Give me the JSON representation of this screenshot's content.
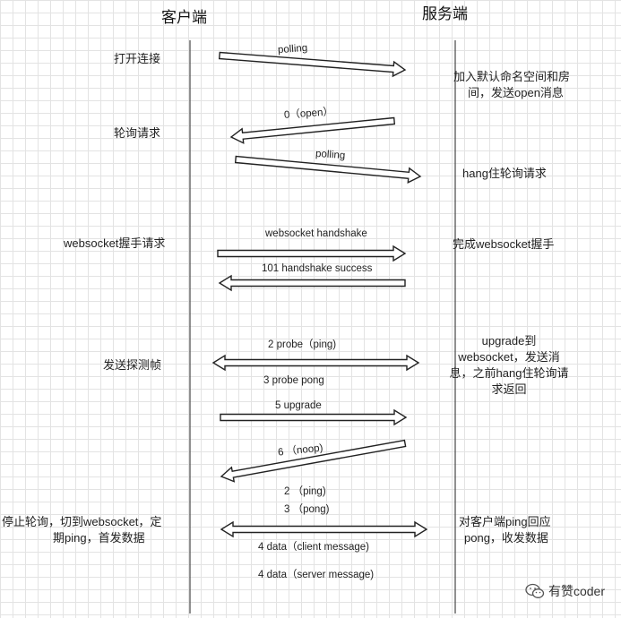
{
  "header": {
    "client": "客户端",
    "server": "服务端"
  },
  "client_notes": {
    "open": "打开连接",
    "poll": "轮询请求",
    "ws_handshake": "websocket握手请求",
    "probe": "发送探测帧",
    "switch_line1": "停止轮询，切到websocket，定",
    "switch_line2": "期ping，首发数据"
  },
  "server_notes": {
    "open_line1": "加入默认命名空间和房",
    "open_line2": "间，发送open消息",
    "hang": "hang住轮询请求",
    "ws_done": "完成websocket握手",
    "upgrade_line1": "upgrade到",
    "upgrade_line2": "websocket，发送消",
    "upgrade_line3": "息，之前hang住轮询请",
    "upgrade_line4": "求返回",
    "ping_line1": "对客户端ping回应",
    "ping_line2": "pong，收发数据"
  },
  "messages": {
    "polling_1": "polling",
    "open_0": "0（open）",
    "polling_2": "polling",
    "ws_handshake": "websocket handshake",
    "handshake_success": "101 handshake success",
    "probe_ping": "2 probe（ping)",
    "probe_pong": "3 probe pong",
    "upgrade_5": "5 upgrade",
    "noop_6": "6 （noop)",
    "ping_2": "2 （ping)",
    "pong_3": "3 （pong)",
    "data_client": "4 data（client message)",
    "data_server": "4 data（server message)"
  },
  "watermark": {
    "text": "有赞coder",
    "icon": "wechat-icon"
  },
  "colors": {
    "line": "#222222",
    "arrow_fill": "#ffffff",
    "grid": "#e3e3e3"
  }
}
